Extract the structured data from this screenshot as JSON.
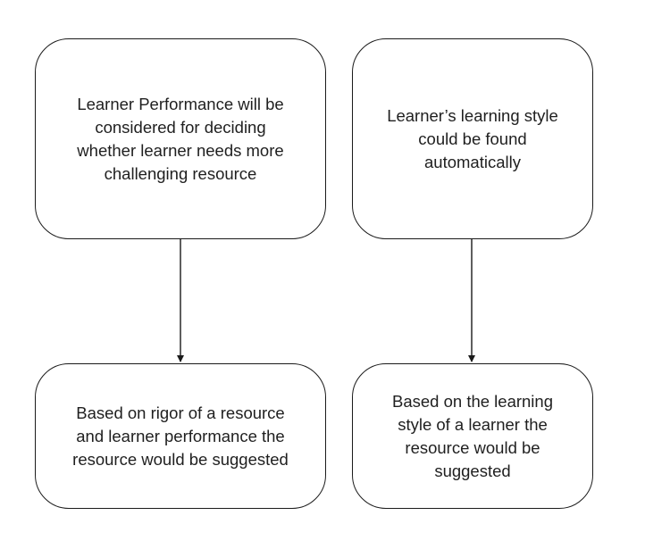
{
  "nodes": {
    "performance": {
      "text": "Learner Performance will be\nconsidered for deciding\nwhether learner needs more\nchallenging resource"
    },
    "learning_style": {
      "text": "Learner’s learning style\ncould be found\nautomatically"
    },
    "rigor_suggestion": {
      "text": "Based on rigor of a resource\nand learner performance the\nresource would be suggested"
    },
    "style_suggestion": {
      "text": "Based on the learning\nstyle of a learner the\nresource would be\nsuggested"
    }
  },
  "edges": [
    {
      "from": "performance",
      "to": "rigor_suggestion"
    },
    {
      "from": "learning_style",
      "to": "style_suggestion"
    }
  ]
}
